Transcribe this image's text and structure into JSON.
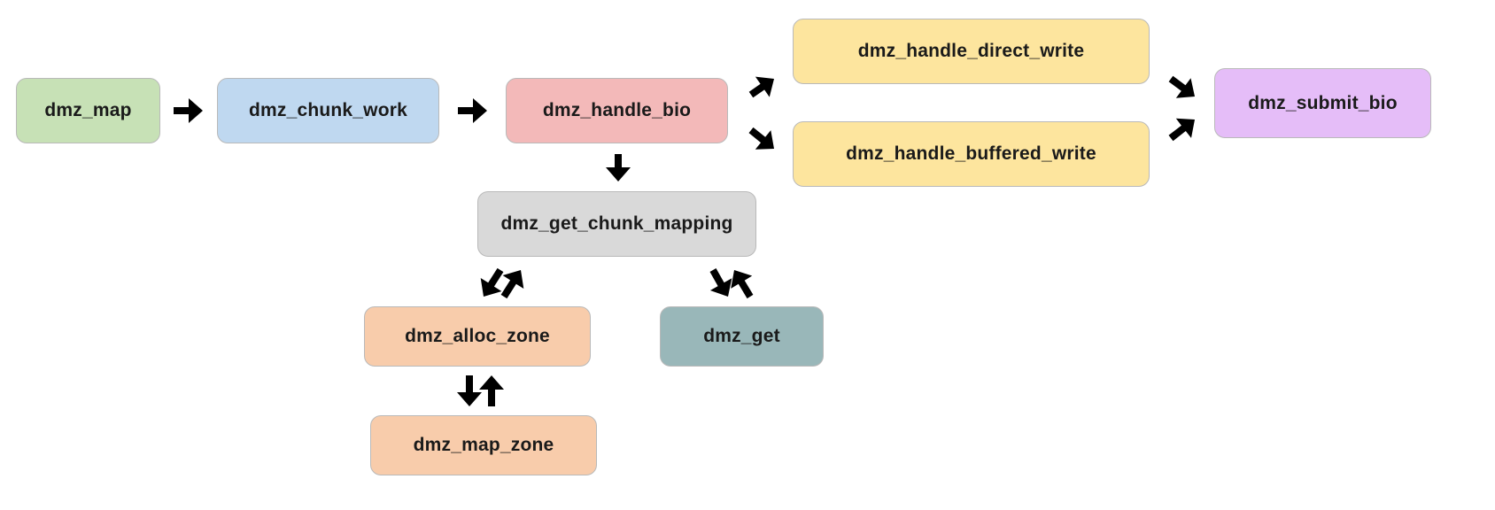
{
  "diagram": {
    "nodes": [
      {
        "id": "dmz_map",
        "label": "dmz_map",
        "color": "#c7e1b6"
      },
      {
        "id": "dmz_chunk_work",
        "label": "dmz_chunk_work",
        "color": "#bfd8f0"
      },
      {
        "id": "dmz_handle_bio",
        "label": "dmz_handle_bio",
        "color": "#f3b9b9"
      },
      {
        "id": "dmz_handle_direct_write",
        "label": "dmz_handle_direct_write",
        "color": "#fde59e"
      },
      {
        "id": "dmz_handle_buffered_write",
        "label": "dmz_handle_buffered_write",
        "color": "#fde59e"
      },
      {
        "id": "dmz_submit_bio",
        "label": "dmz_submit_bio",
        "color": "#e5bdf8"
      },
      {
        "id": "dmz_get_chunk_mapping",
        "label": "dmz_get_chunk_mapping",
        "color": "#d9d9d9"
      },
      {
        "id": "dmz_alloc_zone",
        "label": "dmz_alloc_zone",
        "color": "#f8ccab"
      },
      {
        "id": "dmz_get",
        "label": "dmz_get",
        "color": "#99b7b9"
      },
      {
        "id": "dmz_map_zone",
        "label": "dmz_map_zone",
        "color": "#f8ccab"
      }
    ],
    "edges": [
      {
        "from": "dmz_map",
        "to": "dmz_chunk_work"
      },
      {
        "from": "dmz_chunk_work",
        "to": "dmz_handle_bio"
      },
      {
        "from": "dmz_handle_bio",
        "to": "dmz_handle_direct_write"
      },
      {
        "from": "dmz_handle_bio",
        "to": "dmz_handle_buffered_write"
      },
      {
        "from": "dmz_handle_direct_write",
        "to": "dmz_submit_bio"
      },
      {
        "from": "dmz_handle_buffered_write",
        "to": "dmz_submit_bio"
      },
      {
        "from": "dmz_handle_bio",
        "to": "dmz_get_chunk_mapping"
      },
      {
        "from": "dmz_get_chunk_mapping",
        "to": "dmz_alloc_zone"
      },
      {
        "from": "dmz_alloc_zone",
        "to": "dmz_get_chunk_mapping"
      },
      {
        "from": "dmz_get_chunk_mapping",
        "to": "dmz_get"
      },
      {
        "from": "dmz_get",
        "to": "dmz_get_chunk_mapping"
      },
      {
        "from": "dmz_alloc_zone",
        "to": "dmz_map_zone"
      },
      {
        "from": "dmz_map_zone",
        "to": "dmz_alloc_zone"
      }
    ]
  }
}
